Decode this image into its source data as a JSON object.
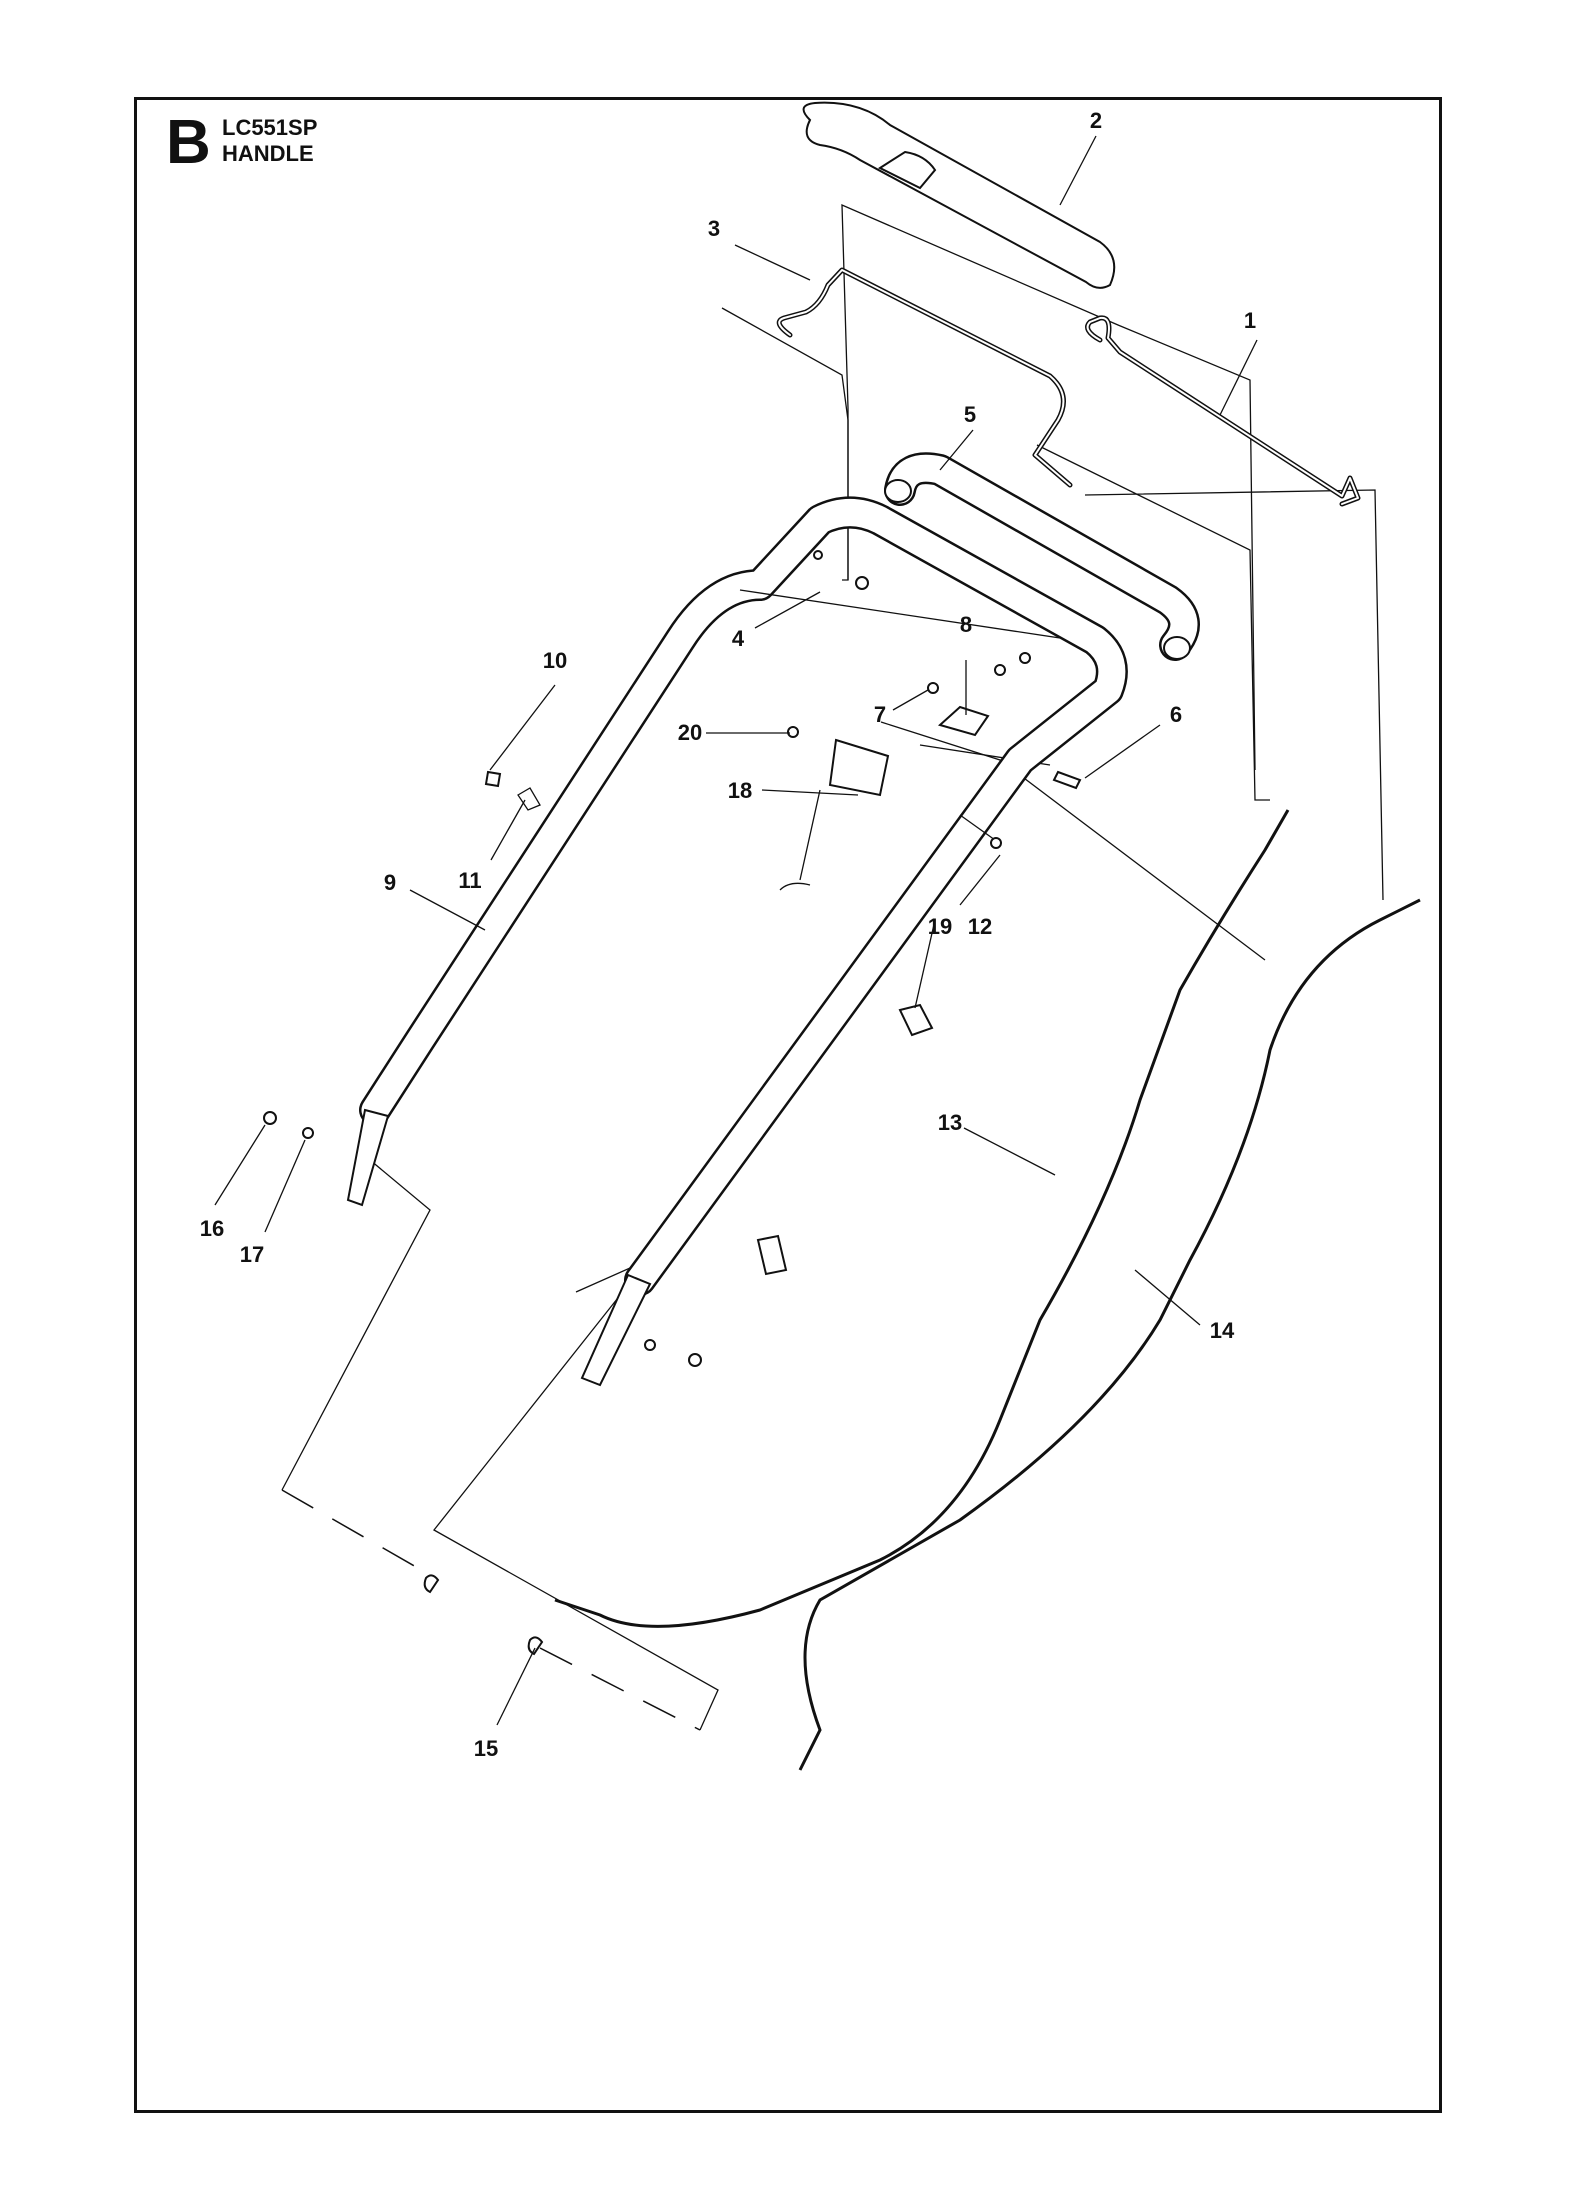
{
  "header": {
    "section_letter": "B",
    "model": "LC551SP",
    "assembly": "HANDLE"
  },
  "callouts": [
    {
      "id": "c1",
      "label": "1"
    },
    {
      "id": "c2",
      "label": "2"
    },
    {
      "id": "c3",
      "label": "3"
    },
    {
      "id": "c4",
      "label": "4"
    },
    {
      "id": "c5",
      "label": "5"
    },
    {
      "id": "c6",
      "label": "6"
    },
    {
      "id": "c7",
      "label": "7"
    },
    {
      "id": "c8",
      "label": "8"
    },
    {
      "id": "c9",
      "label": "9"
    },
    {
      "id": "c10",
      "label": "10"
    },
    {
      "id": "c11",
      "label": "11"
    },
    {
      "id": "c12",
      "label": "12"
    },
    {
      "id": "c13",
      "label": "13"
    },
    {
      "id": "c14",
      "label": "14"
    },
    {
      "id": "c15",
      "label": "15"
    },
    {
      "id": "c16",
      "label": "16"
    },
    {
      "id": "c17",
      "label": "17"
    },
    {
      "id": "c18",
      "label": "18"
    },
    {
      "id": "c19",
      "label": "19"
    },
    {
      "id": "c20",
      "label": "20"
    }
  ]
}
